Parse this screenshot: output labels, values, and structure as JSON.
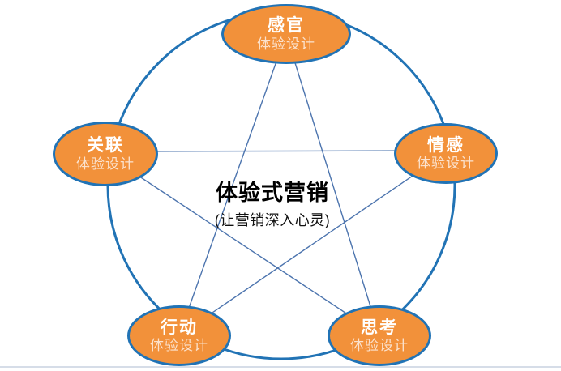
{
  "diagram": {
    "center": {
      "title": "体验式营销",
      "subtitle": "(让营销深入心灵)"
    },
    "nodes": [
      {
        "id": "sensory",
        "title": "感官",
        "subtitle": "体验设计"
      },
      {
        "id": "relate",
        "title": "关联",
        "subtitle": "体验设计"
      },
      {
        "id": "feel",
        "title": "情感",
        "subtitle": "体验设计"
      },
      {
        "id": "act",
        "title": "行动",
        "subtitle": "体验设计"
      },
      {
        "id": "think",
        "title": "思考",
        "subtitle": "体验设计"
      }
    ],
    "colors": {
      "node_fill": "#F2913A",
      "node_border": "#2173B5",
      "outer_circle": "#2173B5",
      "star_line": "#4C74AE",
      "node_title_text": "#FFFFFF",
      "node_subtitle_text": "#FBE2CE",
      "center_text": "#000000",
      "bottom_rule": "#D6DDE8"
    }
  }
}
